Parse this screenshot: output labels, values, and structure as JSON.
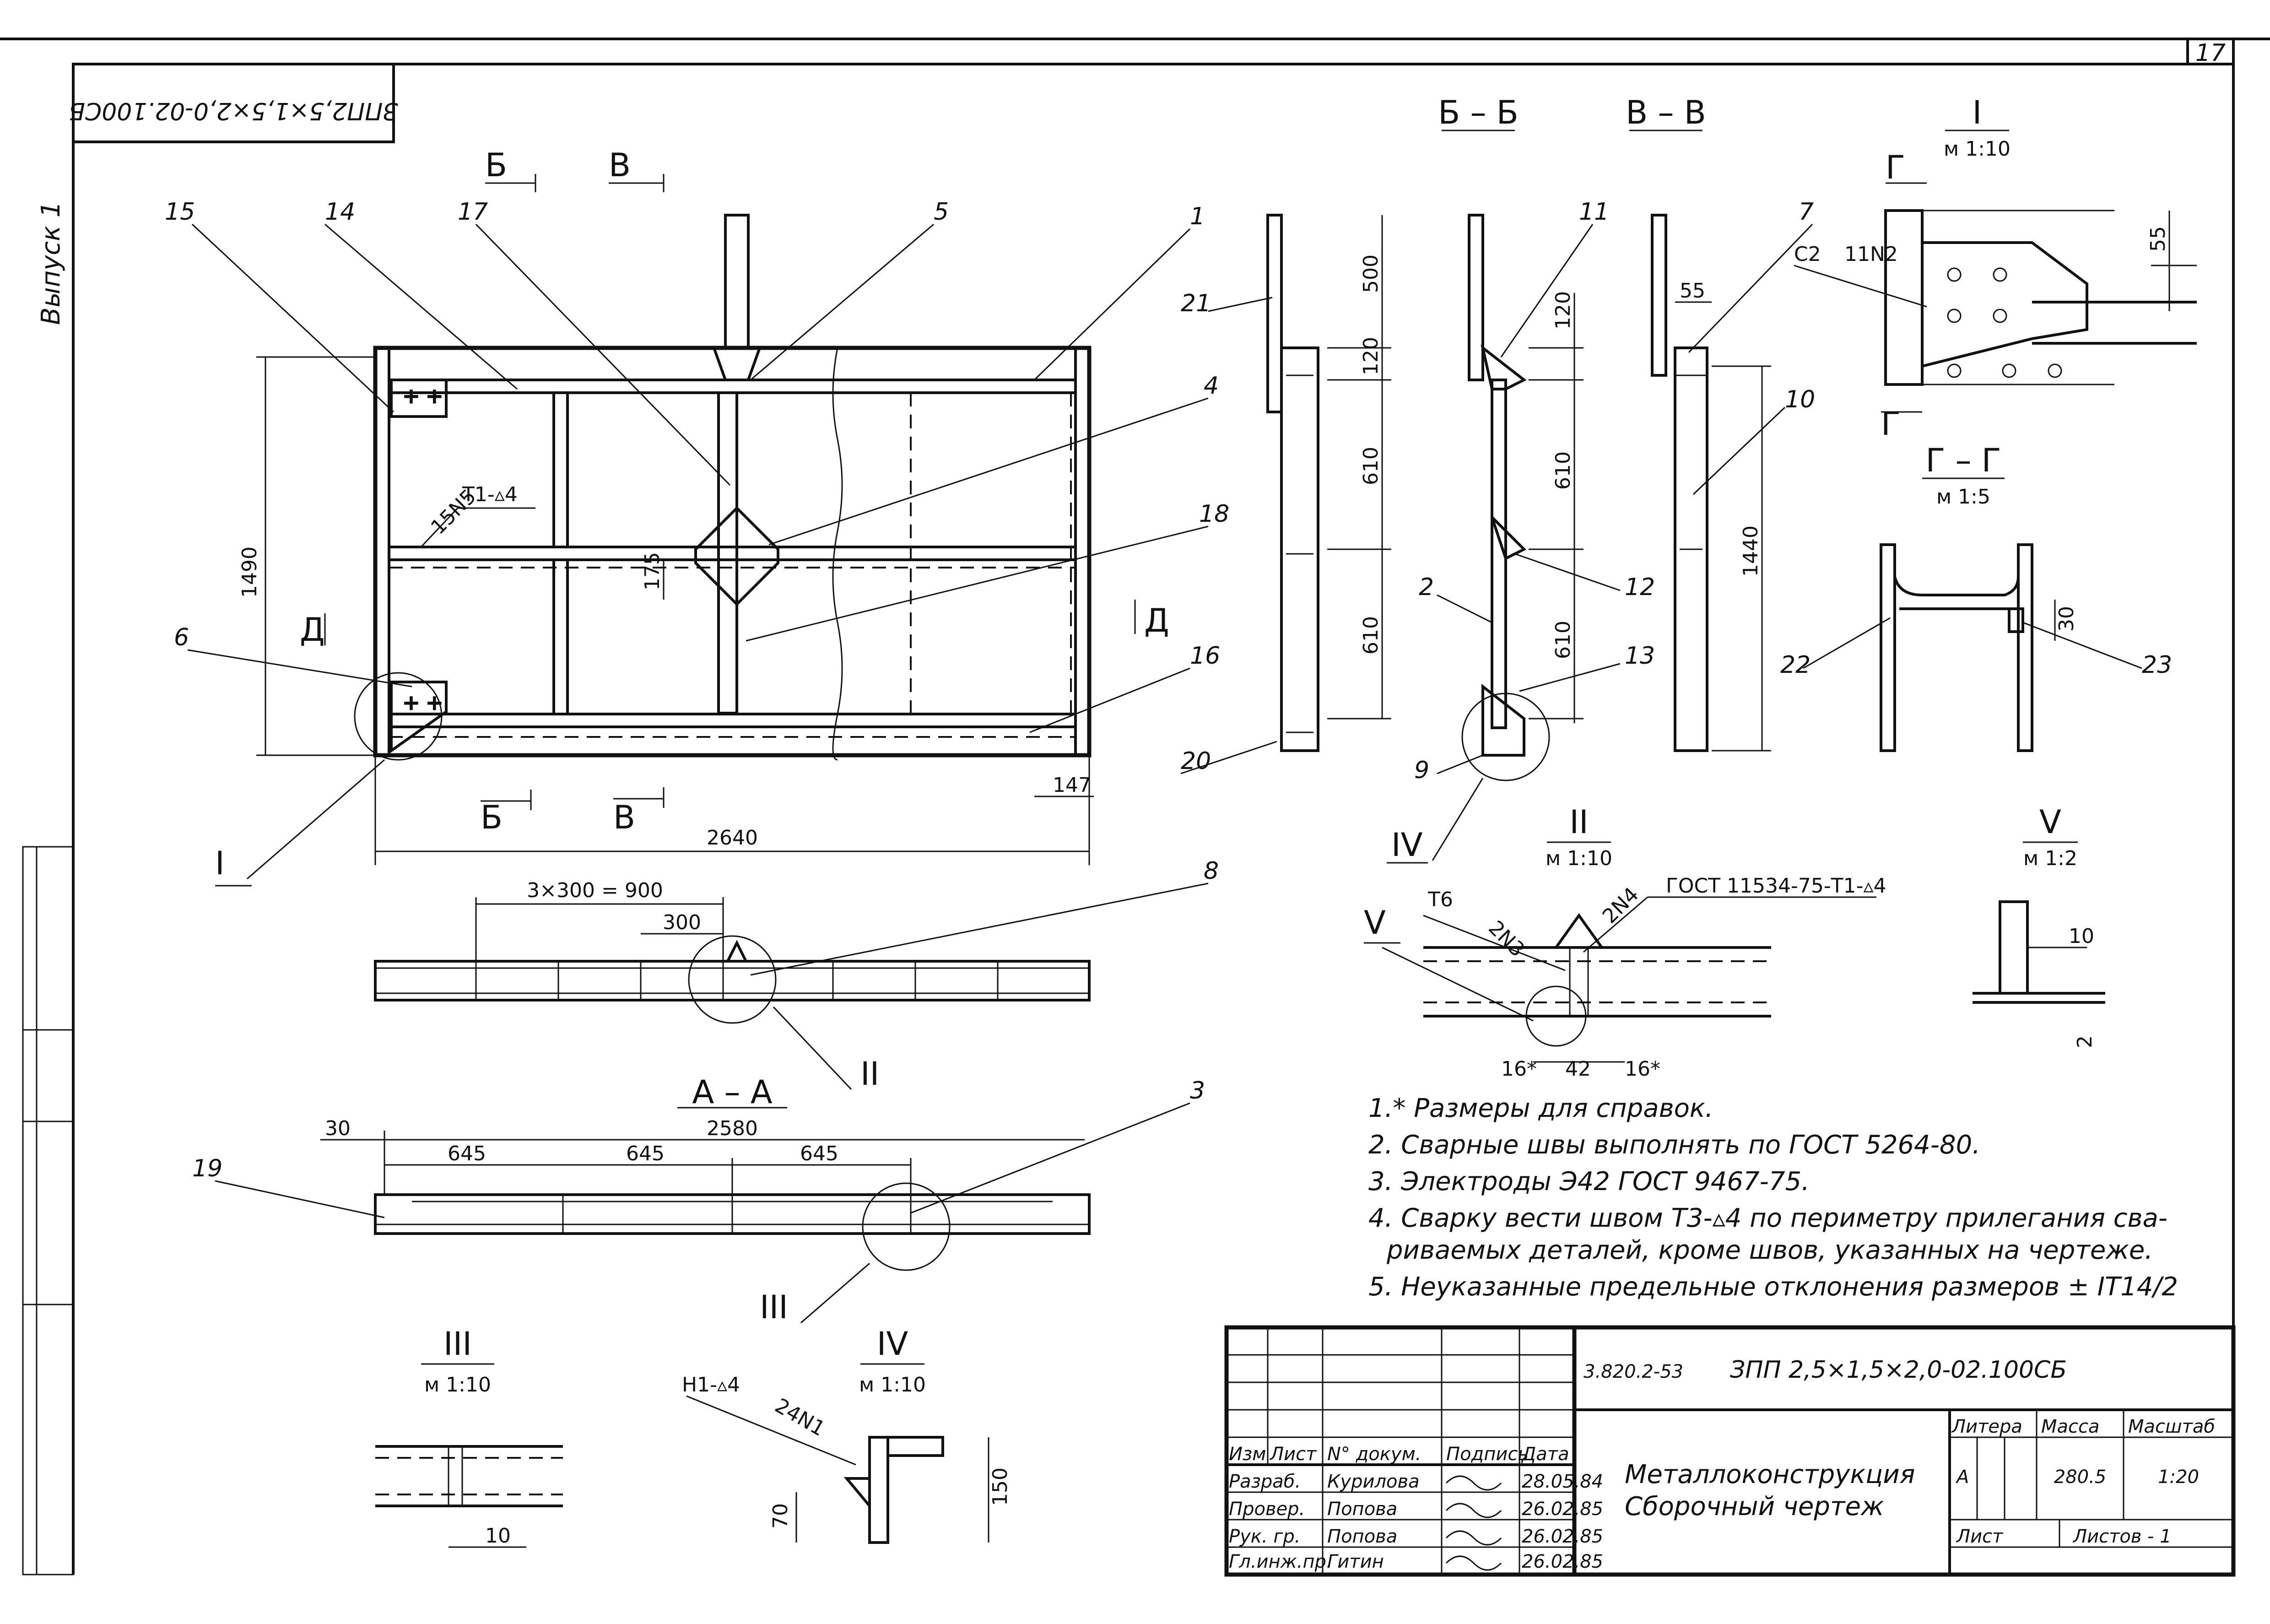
{
  "sheet": {
    "number": "17",
    "vertical_label": "Выпуск 1",
    "stamp_code": "ЗПП2,5×1,5×2,0-02.100СБ"
  },
  "main_view": {
    "section_marks": [
      "Б",
      "В",
      "Б",
      "В",
      "Д",
      "Д"
    ],
    "leaders": [
      "15",
      "14",
      "17",
      "5",
      "1",
      "4",
      "18",
      "6",
      "16",
      "I"
    ],
    "weld_note": "15N5",
    "weld_code": "T1-▵4",
    "dims": {
      "height": "1490",
      "width": "2640",
      "gap": "175",
      "side": "147"
    }
  },
  "top_strip": {
    "dim_total": "3×300 = 900",
    "dim_step": "300",
    "leaders": [
      "8",
      "II"
    ]
  },
  "section_aa": {
    "title": "А – А",
    "dims": {
      "offset": "30",
      "total": "2580",
      "bay1": "645",
      "bay2": "645",
      "bay3": "645"
    },
    "leaders": [
      "19",
      "3",
      "III"
    ]
  },
  "section_bb": {
    "title": "Б – Б",
    "leaders": [
      "21",
      "20"
    ],
    "dims": [
      "500",
      "120",
      "610",
      "610"
    ]
  },
  "section_vv": {
    "title": "В – В",
    "leaders": [
      "11",
      "7",
      "2",
      "12",
      "13",
      "9",
      "10",
      "IV"
    ],
    "dims": [
      "120",
      "610",
      "610",
      "55",
      "1440"
    ]
  },
  "detail_I": {
    "title": "I",
    "scale": "м 1:10",
    "mark": "Г",
    "weld": "С2",
    "weld_count": "11N2",
    "dim": "55"
  },
  "section_gg": {
    "title": "Г – Г",
    "scale": "м 1:5",
    "leaders": [
      "22",
      "23"
    ],
    "dim": "30"
  },
  "detail_II": {
    "title": "II",
    "scale": "м 1:10",
    "weld_left": "T6",
    "weld_left_count": "2N3",
    "weld_right_count": "2N4",
    "gost": "ГОСТ 11534-75-Т1-▵4",
    "mark": "V",
    "dims": [
      "16*",
      "42",
      "16*"
    ]
  },
  "detail_V": {
    "title": "V",
    "scale": "м 1:2",
    "dims": [
      "10",
      "2"
    ]
  },
  "detail_III": {
    "title": "III",
    "scale": "м 1:10",
    "dim": "10"
  },
  "detail_IV": {
    "title": "IV",
    "scale": "м 1:10",
    "weld": "H1-▵4",
    "weld_count": "24N1",
    "dims": [
      "70",
      "150"
    ]
  },
  "notes": [
    "1.* Размеры для справок.",
    "2. Сварные швы выполнять по ГОСТ 5264-80.",
    "3. Электроды Э42 ГОСТ 9467-75.",
    "4. Сварку вести швом Т3-▵4 по периметру прилегания сва-",
    "риваемых деталей, кроме швов, указанных на чертеже.",
    "5. Неуказанные предельные отклонения размеров ± IT14/2"
  ],
  "title_block": {
    "doc_ref": "3.820.2-53",
    "doc_code": "ЗПП 2,5×1,5×2,0-02.100СБ",
    "headers": [
      "Изм",
      "Лист",
      "N° докум.",
      "Подпись",
      "Дата"
    ],
    "rows": [
      {
        "role": "Разраб.",
        "name": "Курилова",
        "date": "28.05.84"
      },
      {
        "role": "Провер.",
        "name": "Попова",
        "date": "26.02.85"
      },
      {
        "role": "Рук. гр.",
        "name": "Попова",
        "date": "26.02.85"
      },
      {
        "role": "Гл.инж.пр.",
        "name": "Гитин",
        "date": "26.02.85"
      }
    ],
    "title_line1": "Металлоконструкция",
    "title_line2": "Сборочный чертеж",
    "col_litera": "Литера",
    "col_mass": "Масса",
    "col_scale": "Масштаб",
    "litera": "А",
    "mass": "280.5",
    "scale": "1:20",
    "sheet_label": "Лист",
    "sheets_label": "Листов - 1"
  }
}
